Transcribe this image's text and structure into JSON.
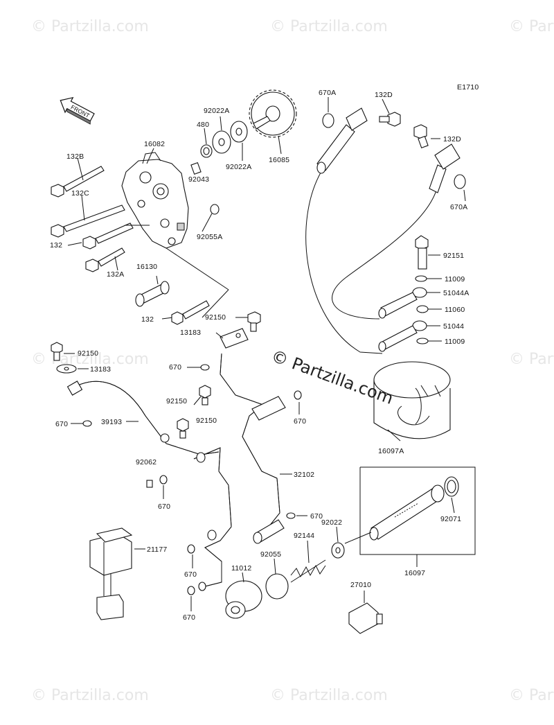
{
  "diagram_code": "E1710",
  "front_label": "FRONT",
  "watermark": {
    "text": "© Partzilla.com",
    "center_text": "© Partzilla.com"
  },
  "labels": {
    "l132b": "132B",
    "l132c": "132C",
    "l132": "132",
    "l132a": "132A",
    "l16082": "16082",
    "l480": "480",
    "l92022a_1": "92022A",
    "l92022a_2": "92022A",
    "l16085": "16085",
    "l92043": "92043",
    "l92055a": "92055A",
    "l16130": "16130",
    "l132_b": "132",
    "l92150_a": "92150",
    "l13183_a": "13183",
    "l92150_b": "92150",
    "l13183_b": "13183",
    "l670_a": "670",
    "l670_b": "670",
    "l39193": "39193",
    "l92150_c": "92150",
    "l92150_d": "92150",
    "l670_c": "670",
    "l92062": "92062",
    "l670_d": "670",
    "l32102": "32102",
    "l670_e": "670",
    "l21177": "21177",
    "l670_f": "670",
    "l670_g": "670",
    "l11012": "11012",
    "l92055": "92055",
    "l92144": "92144",
    "l92022": "92022",
    "l27010": "27010",
    "l16097": "16097",
    "l92071": "92071",
    "l16097a": "16097A",
    "l670a_1": "670A",
    "l132d_1": "132D",
    "l132d_2": "132D",
    "l670a_2": "670A",
    "l92151": "92151",
    "l11009_1": "11009",
    "l51044a": "51044A",
    "l11060": "11060",
    "l51044": "51044",
    "l11009_2": "11009"
  }
}
